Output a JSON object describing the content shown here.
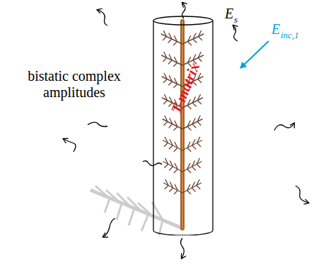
{
  "diagram": {
    "nodes": [
      {
        "text": [
          "T-matrix"
        ]
      }
    ],
    "labels": [
      "bistatic complex amplitudes",
      "E",
      "s",
      "E",
      "inc,1"
    ]
  }
}
